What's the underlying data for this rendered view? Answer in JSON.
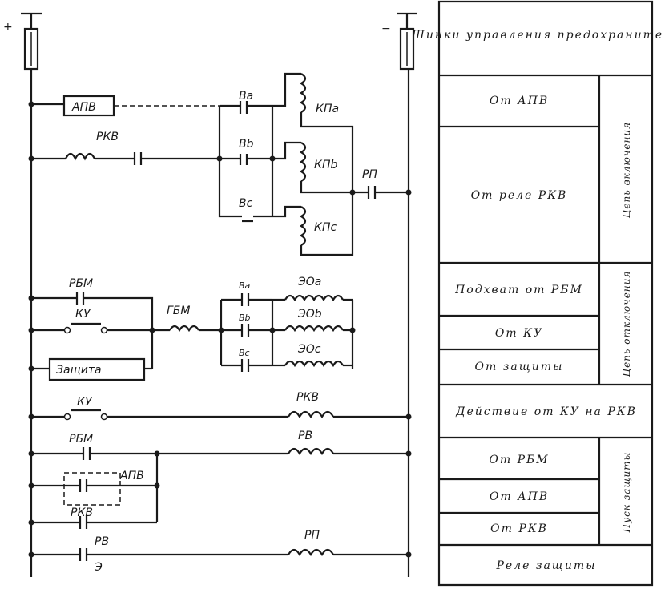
{
  "polarity": {
    "plus": "+",
    "minus": "−"
  },
  "labels": {
    "apv_box": "АПВ",
    "rkv_coil": "РКВ",
    "va": "Ва",
    "vb": "Вb",
    "vc": "Вс",
    "kpa": "КПа",
    "kpb": "КПb",
    "kpc": "КПс",
    "rp": "РП",
    "rbm": "РБМ",
    "ku": "КУ",
    "gbm": "ГБМ",
    "va2": "Ва",
    "vb2": "Вb",
    "vc2": "Вс",
    "eoa": "ЭОа",
    "eob": "ЭОb",
    "eoc": "ЭОс",
    "zashchita": "Защита",
    "ku2": "КУ",
    "rkv2": "РКВ",
    "rbm2": "РБМ",
    "rv": "РВ",
    "apv2": "АПВ",
    "rkv3": "РКВ",
    "rv2": "РВ",
    "rp2": "РП",
    "e": "Э"
  },
  "table": {
    "header": "Шинки управления предохранители",
    "vklyuchenie_group": "Цепь включения",
    "otklyuchenie_group": "Цепь отключения",
    "pusk_group": "Пуск защиты",
    "rows": {
      "ot_apv": "От АПВ",
      "ot_rele_rkv": "От реле РКВ",
      "podkhvat": "Подхват от РБМ",
      "ot_ku": "От КУ",
      "ot_zashchity": "От защиты",
      "deistvie": "Действие от КУ на РКВ",
      "ot_rbm": "От РБМ",
      "ot_apv2": "От АПВ",
      "ot_rkv": "От РКВ",
      "rele_zashchity": "Реле защиты"
    }
  }
}
